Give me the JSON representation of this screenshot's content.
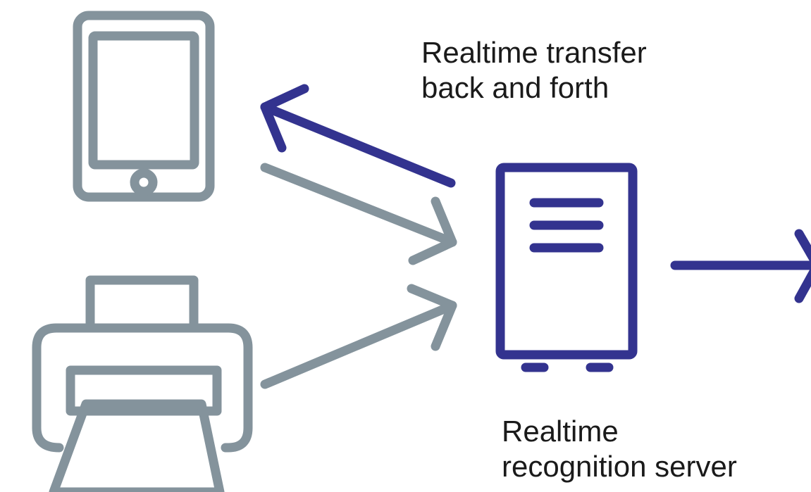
{
  "labels": {
    "transfer": [
      "Realtime transfer",
      "back and forth"
    ],
    "server": [
      "Realtime",
      "recognition server"
    ]
  },
  "icons": {
    "tablet": "tablet-icon",
    "printer": "printer-icon",
    "server": "server-icon"
  },
  "colors": {
    "device": "#84939c",
    "accent": "#33338f",
    "text": "#1a1a1a",
    "background": "#ffffff"
  }
}
